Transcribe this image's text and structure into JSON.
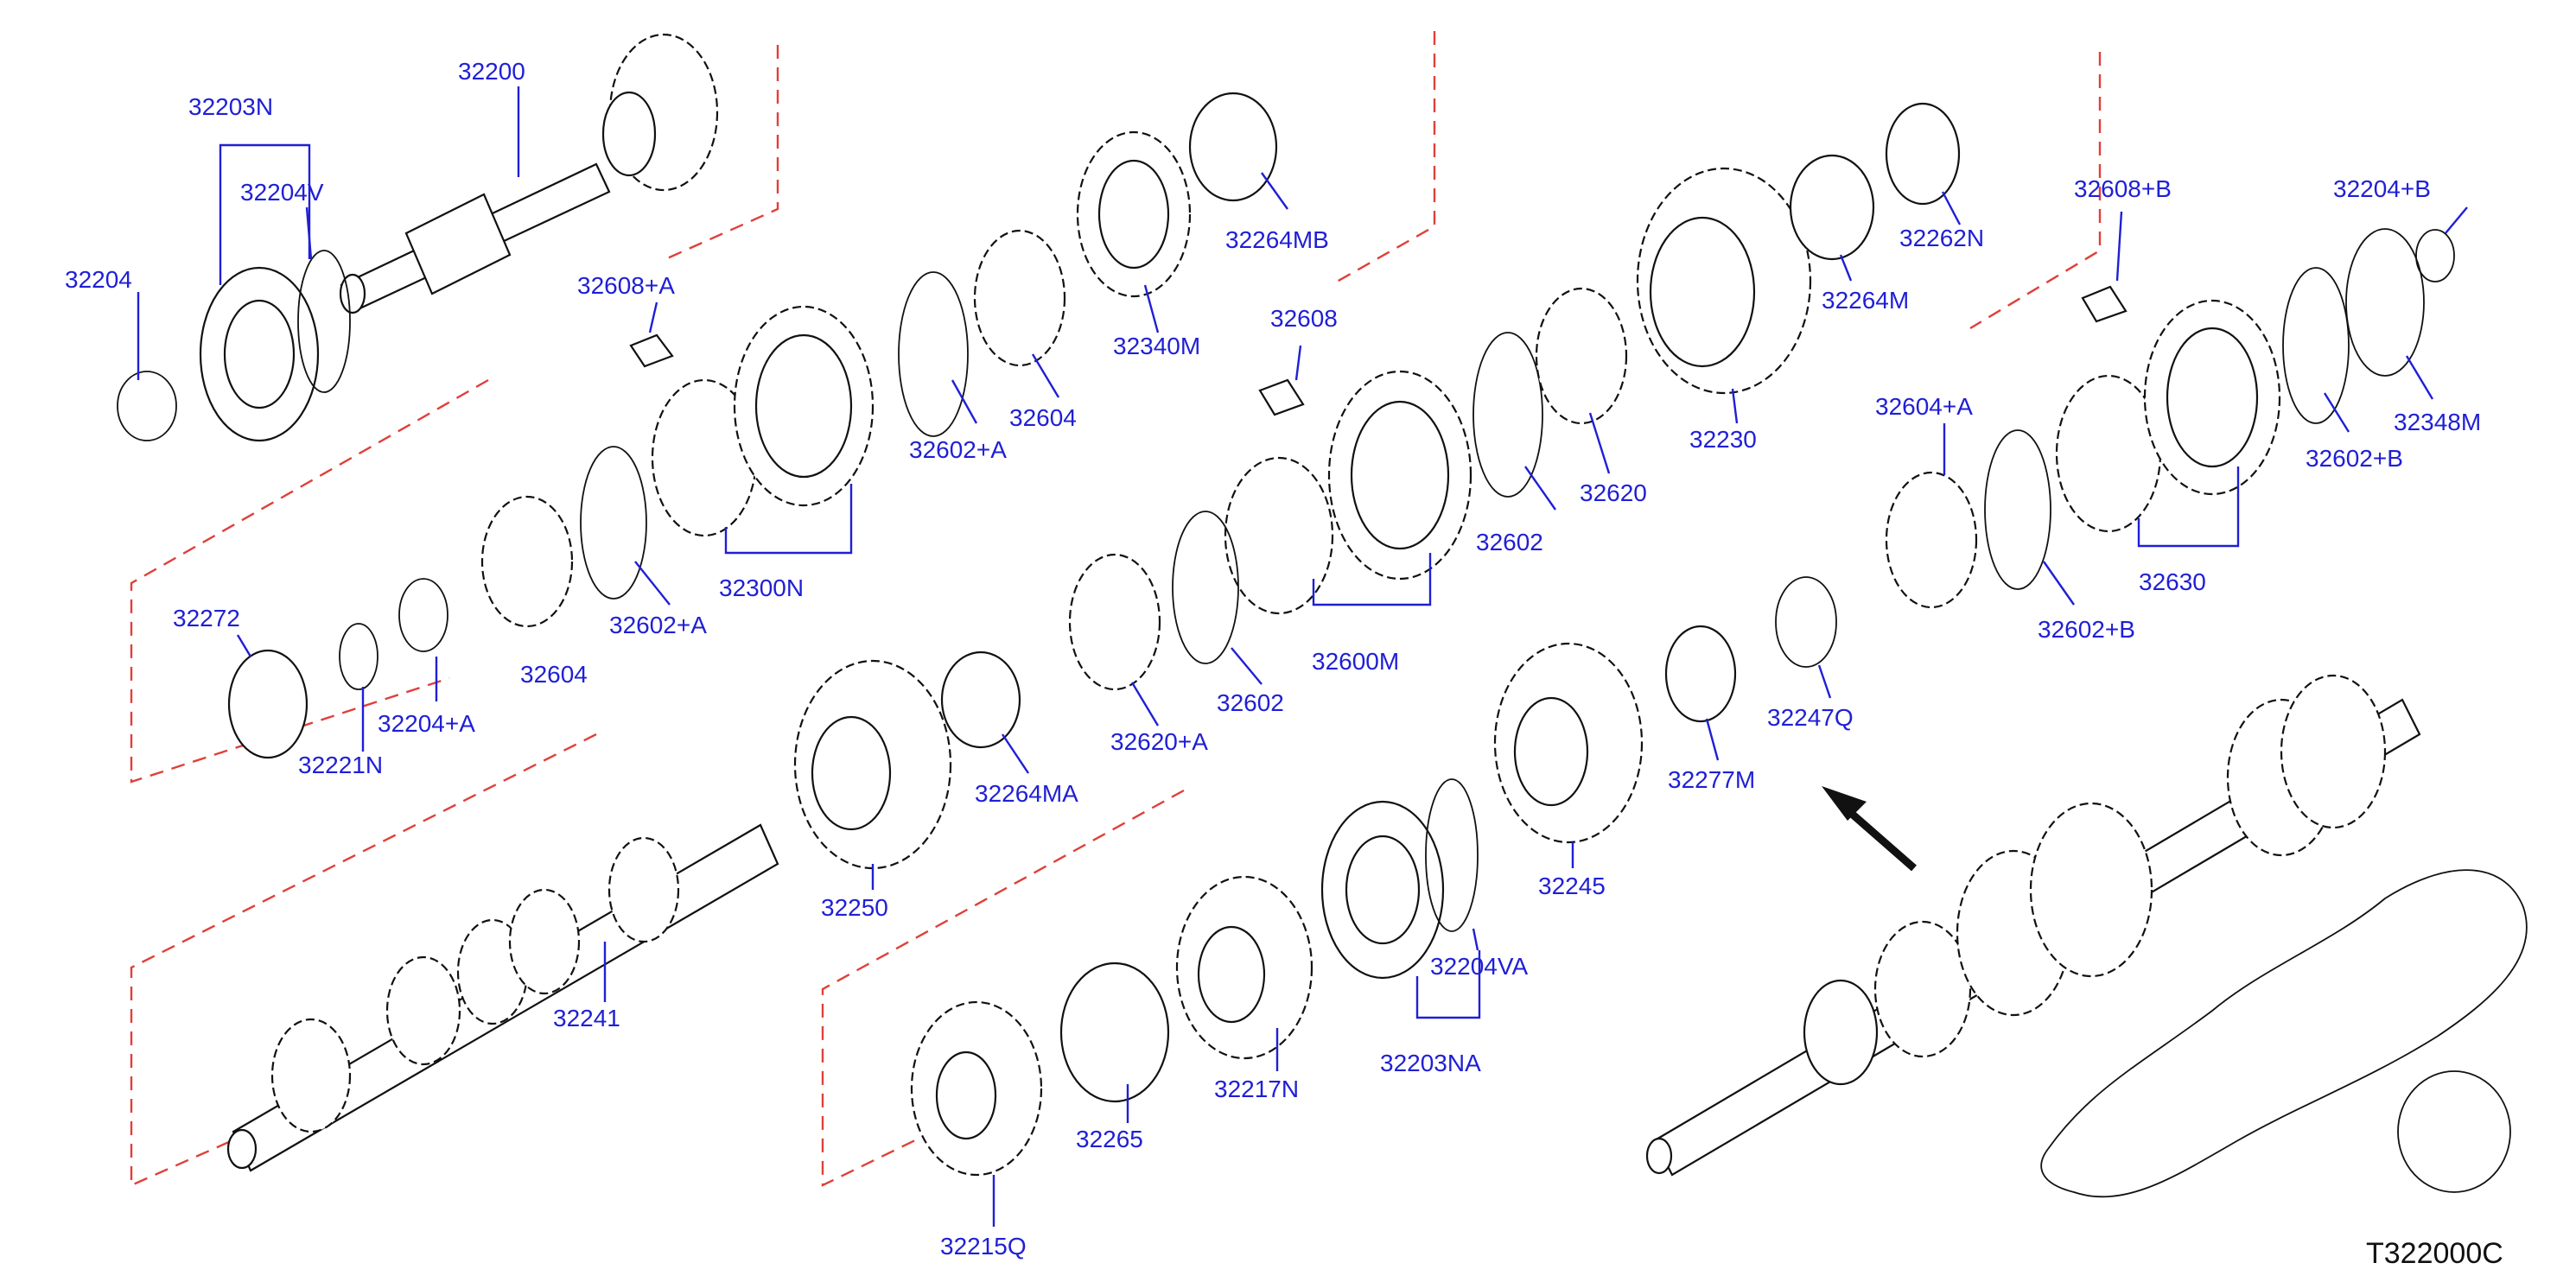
{
  "diagram": {
    "drawing_code": "T322000C",
    "part_labels": {
      "p32200": "32200",
      "p32203N": "32203N",
      "p32204V": "32204V",
      "p32204": "32204",
      "p32608A": "32608+A",
      "p32604": "32604",
      "p32602A": "32602+A",
      "p32340M": "32340M",
      "p32264MB": "32264MB",
      "p32608": "32608",
      "p32262N": "32262N",
      "p32264M": "32264M",
      "p32230": "32230",
      "p32620": "32620",
      "p32602": "32602",
      "p32608B": "32608+B",
      "p32204B": "32204+B",
      "p32348M": "32348M",
      "p32602B": "32602+B",
      "p32604A": "32604+A",
      "p32630": "32630",
      "p32300N": "32300N",
      "p32272": "32272",
      "p32221N": "32221N",
      "p32204A": "32204+A",
      "p32247Q": "32247Q",
      "p32277M": "32277M",
      "p32264MA": "32264MA",
      "p32620A": "32620+A",
      "p32602b2": "32602",
      "p32250": "32250",
      "p32245": "32245",
      "p32241": "32241",
      "p32204VA": "32204VA",
      "p32203NA": "32203NA",
      "p32217N": "32217N",
      "p32265": "32265",
      "p32215Q": "32215Q"
    },
    "partially_hidden_labels": {
      "h32604": "32604",
      "h32602A": "32602+A",
      "h32600M": "32600M",
      "h32602B": "32602+B"
    }
  }
}
